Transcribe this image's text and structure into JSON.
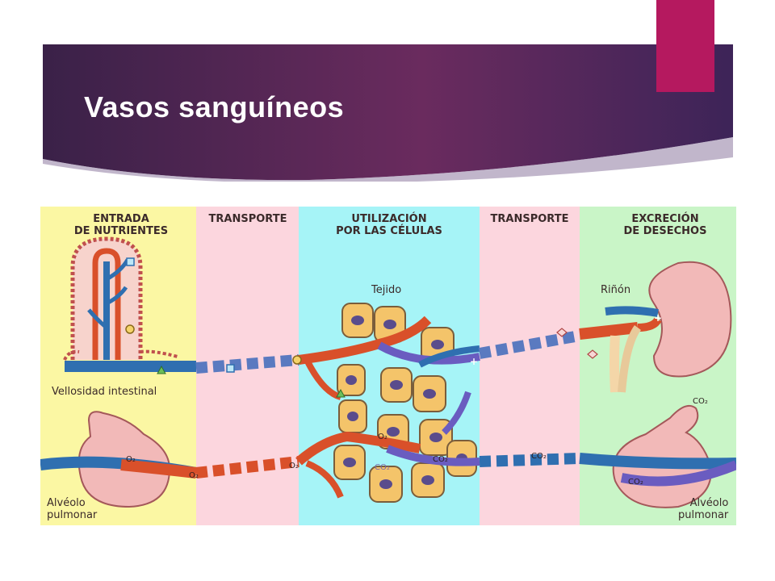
{
  "slide": {
    "title": "Vasos sanguíneos",
    "accent_color": "#b5195f",
    "banner_colors": [
      "#3a2148",
      "#6a2b5e",
      "#4a2660"
    ]
  },
  "diagram": {
    "zones": [
      {
        "label": "ENTRADA\nDE NUTRIENTES",
        "color": "#fbf7a3"
      },
      {
        "label": "TRANSPORTE",
        "color": "#fcd6de"
      },
      {
        "label": "UTILIZACIÓN\nPOR LAS CÉLULAS",
        "color": "#a6f4f7"
      },
      {
        "label": "TRANSPORTE",
        "color": "#fcd6de"
      },
      {
        "label": "EXCRECIÓN\nDE DESECHOS",
        "color": "#c9f5c7"
      }
    ],
    "labels": {
      "villus": "Vellosidad intestinal",
      "alveolus_left": "Alvéolo\npulmonar",
      "tissue": "Tejido",
      "kidney": "Riñón",
      "alveolus_right": "Alvéolo\npulmonar"
    },
    "gas_labels": {
      "o2_alveolus": "O₂",
      "o2_vessel": "O₂",
      "o2_transport": "O₂",
      "o2_tissue": "O₂",
      "co2_tissue": "CO₂",
      "co2_vessel": "CO₂",
      "co2_transport": "CO₂",
      "co2_alveolus": "CO₂",
      "co2_exhaled": "CO₂"
    },
    "colors": {
      "artery": "#d9502a",
      "vein": "#2f6fb0",
      "cell": "#f4c46a",
      "nucleus": "#5a4c8c",
      "organ": "#f2b9b8"
    }
  }
}
